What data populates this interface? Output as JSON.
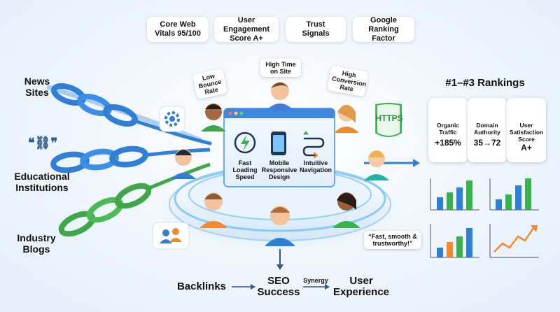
{
  "metrics_top": [
    {
      "text": "Core Web Vitals 95/100"
    },
    {
      "text": "User Engagement Score A+"
    },
    {
      "text": "Trust Signals"
    },
    {
      "text": "Google Ranking Factor"
    }
  ],
  "sources": {
    "news": "News Sites",
    "edu": "Educational Institutions",
    "industry": "Industry Blogs"
  },
  "bubbles": {
    "bounce": "Low Bounce Rate",
    "time": "High Time on Site",
    "conversion": "High Conversion Rate",
    "quote": "“Fast, smooth & trustworthy!”"
  },
  "https_badge": "HTTPS",
  "features": [
    {
      "label": "Fast Loading Speed",
      "icon": "speed-icon"
    },
    {
      "label": "Mobile Responsive Design",
      "icon": "mobile-icon"
    },
    {
      "label": "Intuitive Navigation",
      "icon": "navigation-icon"
    }
  ],
  "rankings": {
    "title": "#1–#3 Rankings",
    "cards": [
      {
        "label": "Organic Traffic",
        "value": "+185%"
      },
      {
        "label": "Domain Authority",
        "value": "35→72"
      },
      {
        "label": "User Satisfaction Score",
        "value": "A+"
      }
    ]
  },
  "flow": {
    "backlinks": "Backlinks",
    "seo": "SEO Success",
    "synergy": "Synergy",
    "ux": "User Experience"
  },
  "colors": {
    "blue": "#2f7fd6",
    "green": "#3fa64a",
    "orange": "#f08a2c",
    "teal": "#22b0a8"
  }
}
